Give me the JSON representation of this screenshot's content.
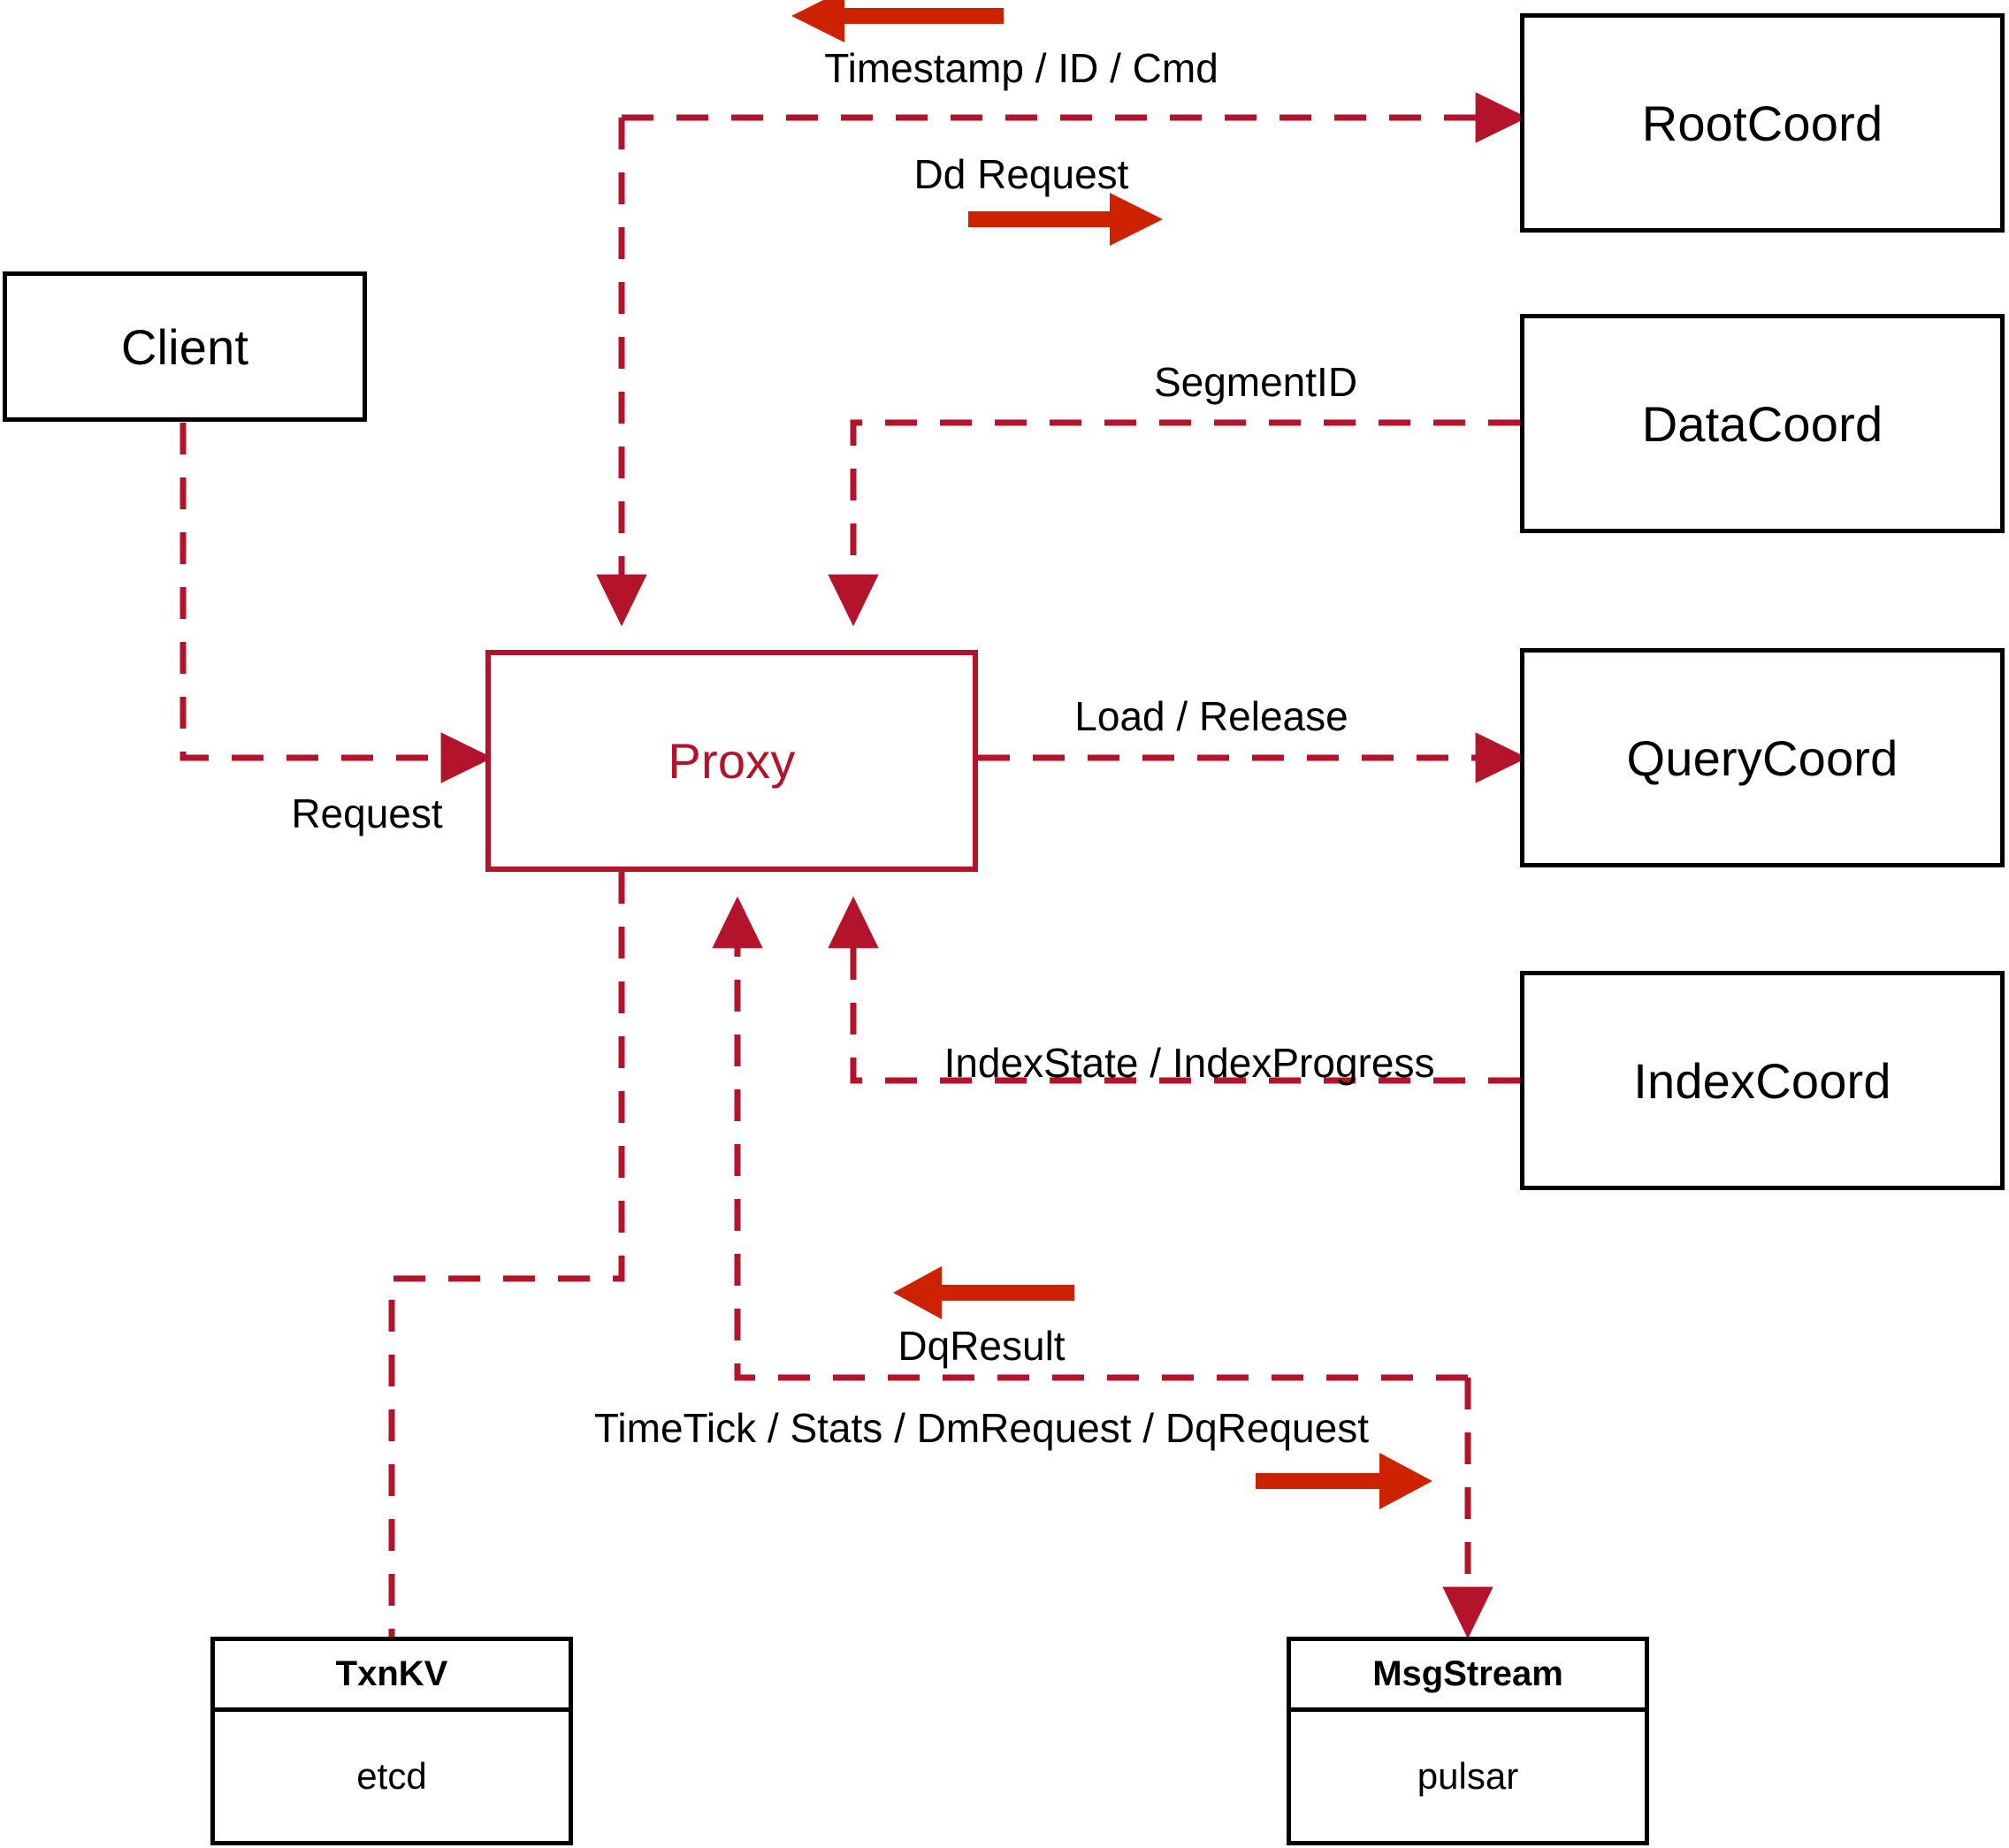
{
  "diagram": {
    "title": "Proxy interaction diagram",
    "colors": {
      "accent": "#b4132c",
      "arrow_bold": "#cc2200",
      "node_border": "#000000",
      "background": "#ffffff"
    },
    "nodes": {
      "client": {
        "label": "Client"
      },
      "proxy": {
        "label": "Proxy"
      },
      "root_coord": {
        "label": "RootCoord"
      },
      "data_coord": {
        "label": "DataCoord"
      },
      "query_coord": {
        "label": "QueryCoord"
      },
      "index_coord": {
        "label": "IndexCoord"
      },
      "txnkv": {
        "header": "TxnKV",
        "body": "etcd"
      },
      "msgstream": {
        "header": "MsgStream",
        "body": "pulsar"
      }
    },
    "edge_labels": {
      "timestamp_id_cmd": "Timestamp / ID / Cmd",
      "dd_request": "Dd Request",
      "segment_id": "SegmentID",
      "load_release": "Load / Release",
      "index_state_progress": "IndexState / IndexProgress",
      "request": "Request",
      "dq_result": "DqResult",
      "timetick_stats": "TimeTick / Stats / DmRequest / DqRequest"
    }
  }
}
